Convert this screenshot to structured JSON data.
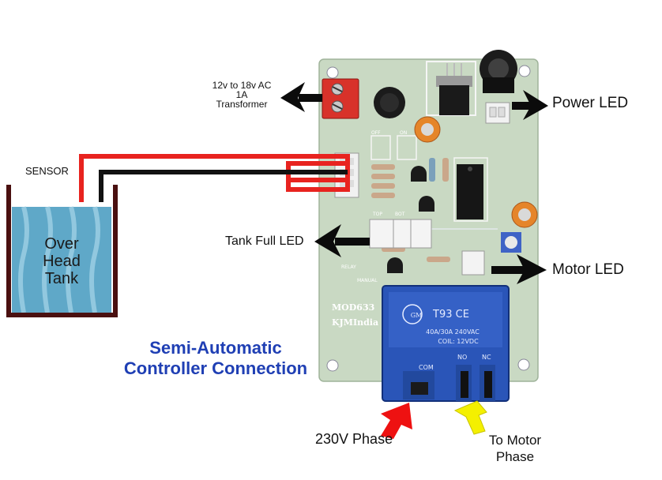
{
  "labels": {
    "transformer_l1": "12v to 18v AC",
    "transformer_l2": "1A",
    "transformer_l3": "Transformer",
    "power_led": "Power LED",
    "sensor": "SENSOR",
    "tank_full_led": "Tank Full LED",
    "motor_led": "Motor LED",
    "tank_l1": "Over",
    "tank_l2": "Head",
    "tank_l3": "Tank",
    "title_l1": "Semi-Automatic",
    "title_l2": "Controller Connection",
    "phase_230": "230V Phase",
    "to_motor_l1": "To Motor",
    "to_motor_l2": "Phase"
  },
  "board": {
    "model": "MOD633",
    "maker": "KJMIndia",
    "pcb_text_relay": "RELAY",
    "pcb_text_manual": "MANUAL",
    "pcb_text_top": "TOP",
    "pcb_text_bot": "BOT",
    "pcb_text_off": "OFF",
    "pcb_text_on": "ON"
  },
  "relay": {
    "model": "T93 CE",
    "rating": "40A/30A 240VAC",
    "coil": "COIL: 12VDC",
    "com": "COM",
    "no": "NO",
    "nc": "NC",
    "brand": "GM"
  },
  "colors": {
    "pcb": "#c9d9c3",
    "relay": "#2a55b8",
    "terminal": "#d8322a",
    "wire_red": "#e8231f",
    "wire_black": "#121212",
    "tank_water": "#5fa8c8",
    "tank_wall": "#4a1010",
    "arrow_black": "#0b0b0b",
    "arrow_red": "#ee1111",
    "arrow_yellow": "#f4f000",
    "title": "#1f3fb4"
  }
}
